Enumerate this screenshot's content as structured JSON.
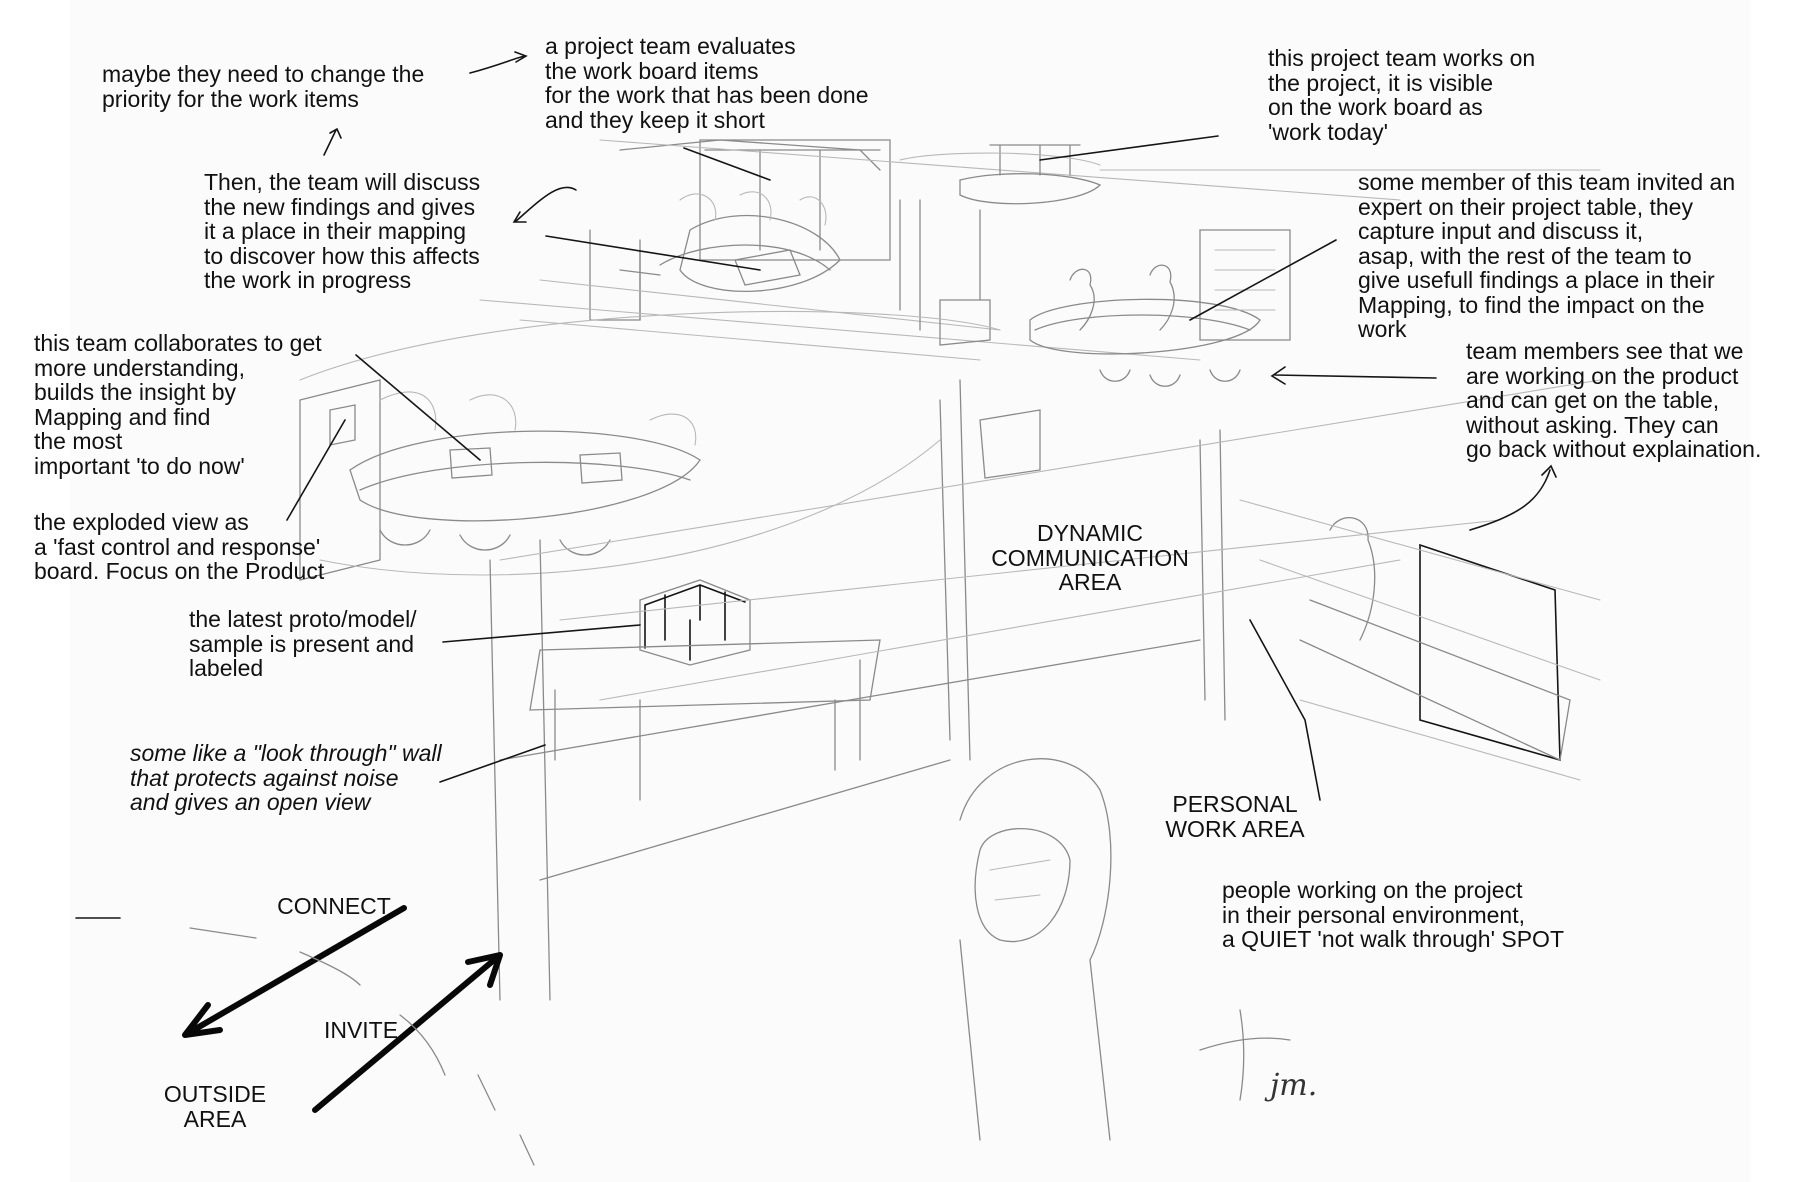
{
  "notes": {
    "priority": [
      "maybe they need to change the",
      "priority for the work items"
    ],
    "evaluate": [
      "a project team evaluates",
      "the work board items",
      "for the work that has been done",
      "and they keep it short"
    ],
    "works_on": [
      "this project team works on",
      "the project, it is visible",
      "on the work board as",
      "'work today'"
    ],
    "discuss": [
      "Then, the team will discuss",
      "the new findings and gives",
      "it a place in their mapping",
      "to discover how this affects",
      "the work in progress"
    ],
    "expert": [
      "some member of this team invited an",
      "expert on their project table, they",
      "capture input and discuss it,",
      "asap, with the rest of the team to",
      "give usefull findings a place in their",
      "Mapping, to find the impact on the",
      "work"
    ],
    "collaborate": [
      "this team collaborates to get",
      "more understanding,",
      "builds the insight by",
      "Mapping and find",
      "the most",
      "important 'to do now'"
    ],
    "see_working": [
      "team members see that we",
      "are working on the product",
      "and can get on the table,",
      "without asking. They can",
      "go back without explaination."
    ],
    "exploded": [
      "the exploded view as",
      "a 'fast control and response'",
      "board. Focus on the Product"
    ],
    "proto": [
      "the latest proto/model/",
      "sample is present and",
      "labeled"
    ],
    "wall": [
      "some like a \"look through\" wall",
      "that protects against noise",
      "and gives an open view"
    ],
    "quiet": [
      "people working on the project",
      "in their personal environment,",
      "a QUIET 'not walk through' SPOT"
    ]
  },
  "areas": {
    "dynamic": [
      "DYNAMIC",
      "COMMUNICATION",
      "AREA"
    ],
    "personal": [
      "PERSONAL",
      "WORK AREA"
    ],
    "outside": [
      "OUTSIDE",
      "AREA"
    ],
    "connect": "CONNECT",
    "invite": "INVITE"
  },
  "signature": "jm.",
  "colors": {
    "ink": "#111111",
    "pencil": "#8a8a8a",
    "paper": "#fbfbfb"
  }
}
